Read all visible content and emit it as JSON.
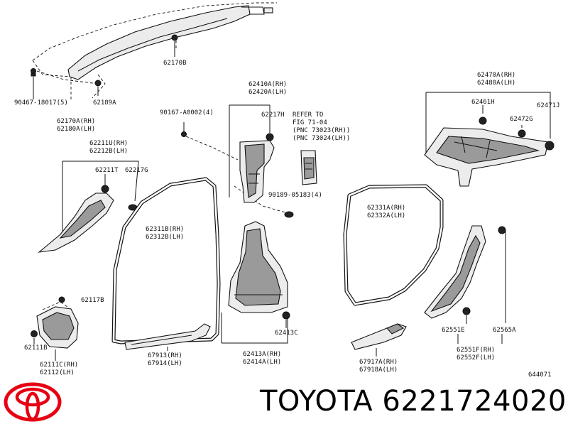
{
  "labels": {
    "p62170B": "62170B",
    "p90467": "90467-18017(5)",
    "p62189A": "62189A",
    "p62170A": "62170A(RH)",
    "p62180A": "62180A(LH)",
    "p90167": "90167-A0002(4)",
    "p62410A": "62410A(RH)",
    "p62420A": "62420A(LH)",
    "p62217H": "62217H",
    "refer1": "REFER TO",
    "refer2": "FIG 71-04",
    "refer3": "(PNC 73023(RH))",
    "refer4": "(PNC 73024(LH))",
    "p90189": "90189-05183(4)",
    "p62470A": "62470A(RH)",
    "p62480A": "62480A(LH)",
    "p62461H": "62461H",
    "p62471J": "62471J",
    "p62472G": "62472G",
    "p62211U": "62211U(RH)",
    "p62212B": "62212B(LH)",
    "p62211T": "62211T",
    "p62217G": "62217G",
    "p62311B": "62311B(RH)",
    "p62312B": "62312B(LH)",
    "p62331A": "62331A(RH)",
    "p62332A": "62332A(LH)",
    "p62117B": "62117B",
    "p62111B": "62111B",
    "p62111C": "62111C(RH)",
    "p62112": "62112(LH)",
    "p67913": "67913(RH)",
    "p67914": "67914(LH)",
    "p62413C": "62413C",
    "p62413A": "62413A(RH)",
    "p62414A": "62414A(LH)",
    "p67917A": "67917A(RH)",
    "p67918A": "67918A(LH)",
    "p62551E": "62551E",
    "p62565A": "62565A",
    "p62551F": "62551F(RH)",
    "p62552F": "62552F(LH)"
  },
  "figure_number": "644071",
  "brand": {
    "text": "TOYOTA 6221724020",
    "logo_color": "#e60012"
  }
}
